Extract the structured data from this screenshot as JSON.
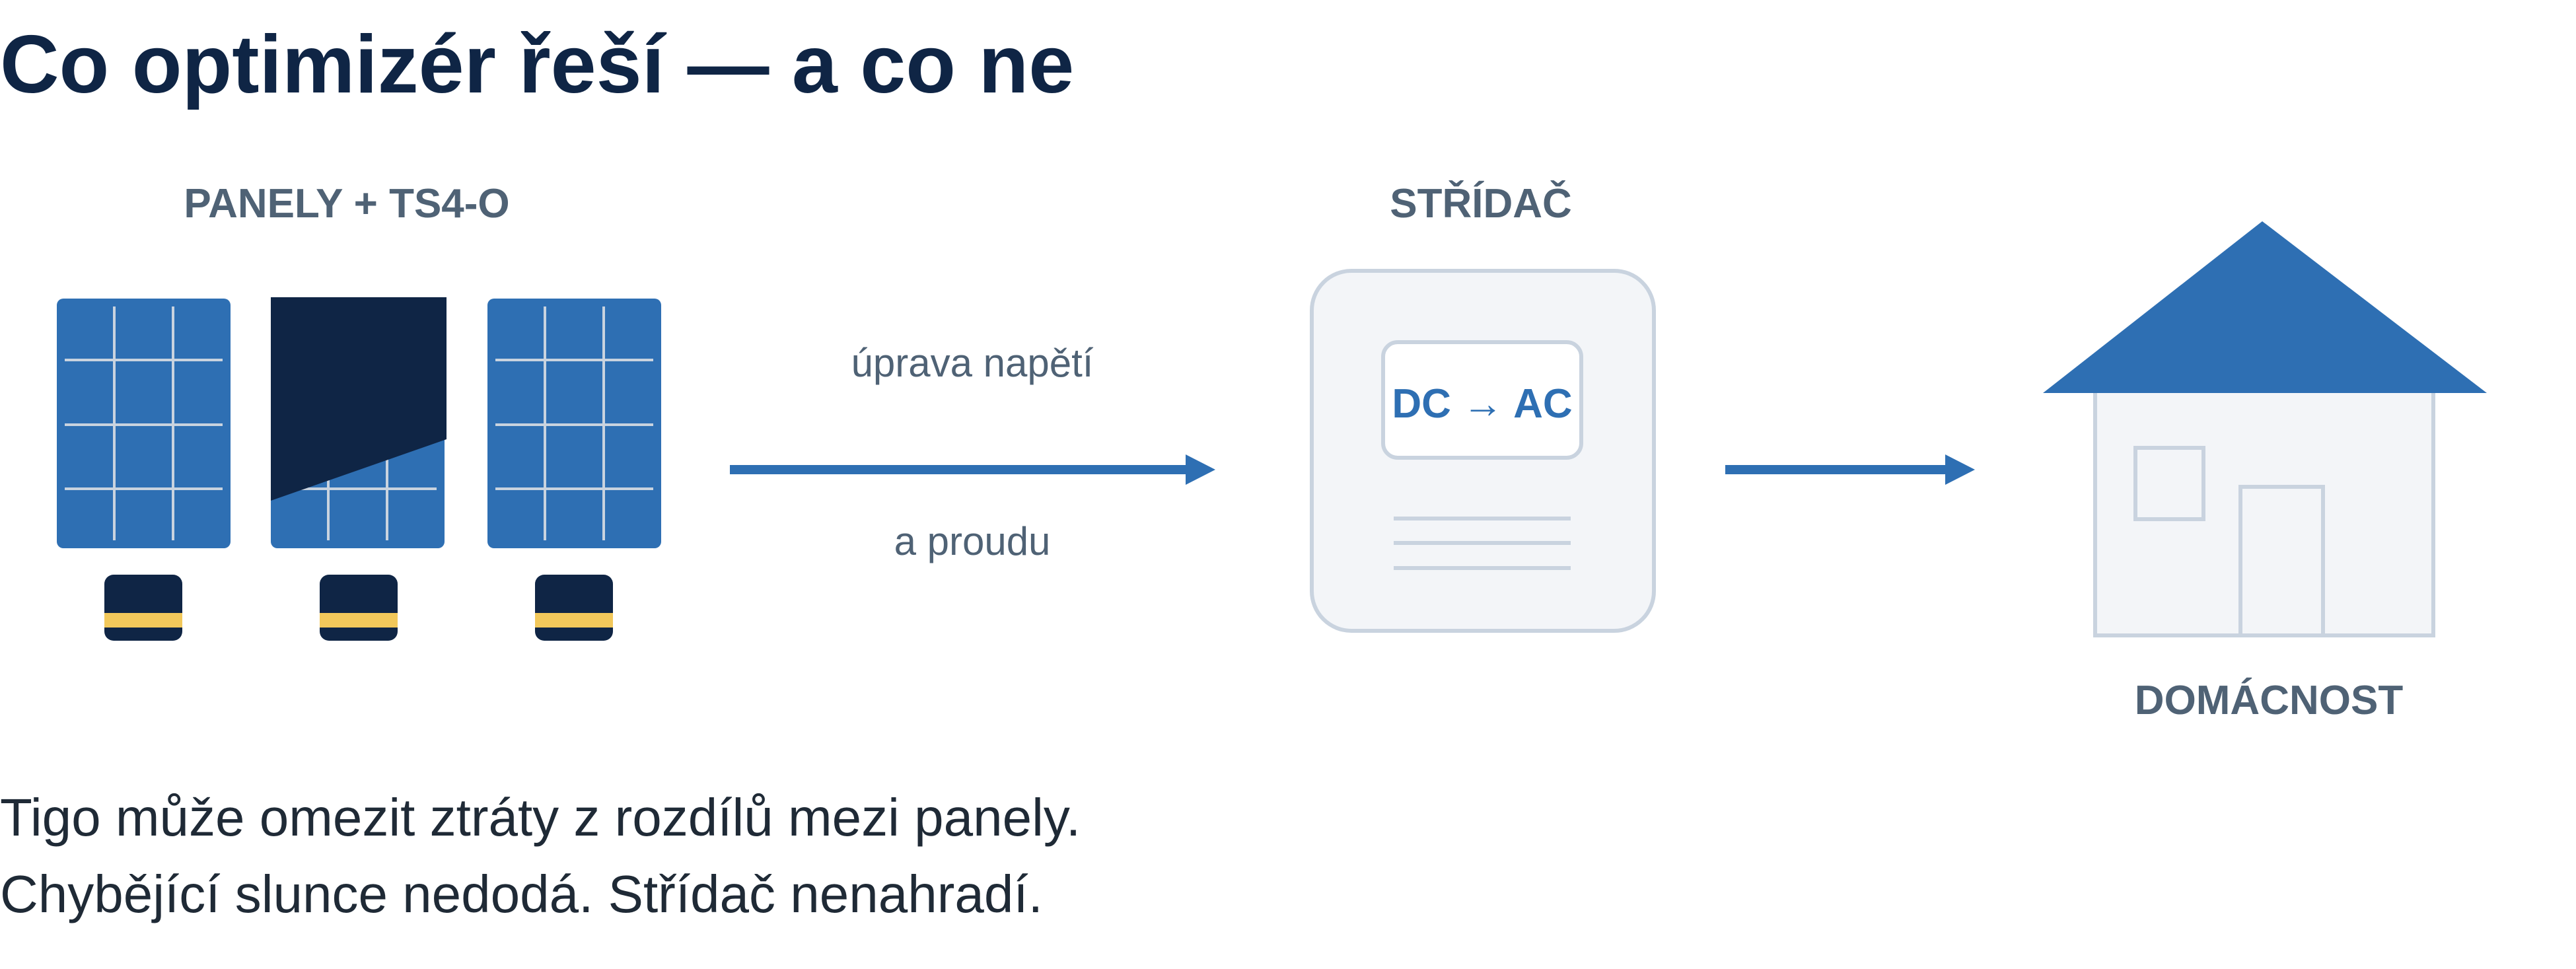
{
  "title": "Co optimizér řeší — a co ne",
  "labels": {
    "panels": "PANELY + TS4-O",
    "inverter": "STŘÍDAČ",
    "household": "DOMÁCNOST"
  },
  "arrow_caption": {
    "top": "úprava napětí",
    "bottom": "a proudu"
  },
  "inverter_display": "DC → AC",
  "body": {
    "line1": "Tigo může omezit ztráty z rozdílů mezi panely.",
    "line2": "Chybějící slunce nedodá. Střídač nenahradí."
  },
  "colors": {
    "panel_blue": "#2e6fb3",
    "shade_navy": "#0f2545",
    "optimizer_stripe": "#f2c85b",
    "arrow_blue": "#2e6fb3",
    "inverter_bg": "#f3f5f8",
    "outline_grey": "#c9d3df",
    "roof_blue": "#2e6fb3"
  }
}
